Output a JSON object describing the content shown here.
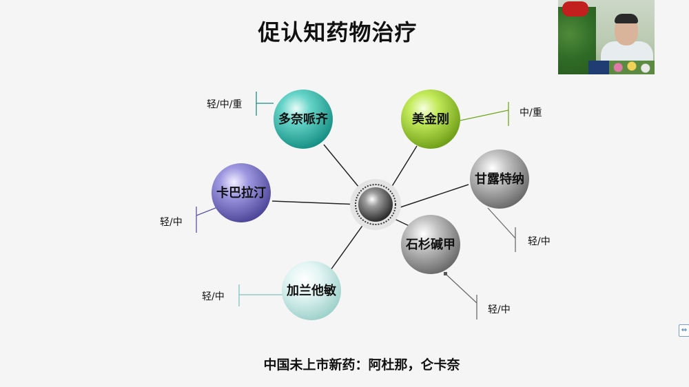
{
  "slide": {
    "title": "促认知药物治疗",
    "footer": "中国未上市新药：阿杜那，仑卡奈"
  },
  "diagram": {
    "nodes": [
      {
        "id": "duonaipiqi",
        "label": "多奈哌齐",
        "color": "teal"
      },
      {
        "id": "meijingang",
        "label": "美金刚",
        "color": "lime"
      },
      {
        "id": "kabalating",
        "label": "卡巴拉汀",
        "color": "purple"
      },
      {
        "id": "ganlutena",
        "label": "甘露特纳",
        "color": "gray"
      },
      {
        "id": "shishanjianjia",
        "label": "石杉碱甲",
        "color": "gray"
      },
      {
        "id": "jialantamin",
        "label": "加兰他敏",
        "color": "pale-teal"
      }
    ],
    "severity": {
      "duonaipiqi": "轻/中/重",
      "meijingang": "中/重",
      "kabalating": "轻/中",
      "ganlutena": "轻/中",
      "shishanjianjia": "轻/中",
      "jialantamin": "轻/中"
    }
  },
  "video_overlay": {
    "content": "speaker-camera-feed"
  },
  "edge_button": {
    "icon": "expand-icon"
  },
  "colors": {
    "background": "#f4f5f4",
    "teal": "#3cbfb3",
    "lime": "#a9d83a",
    "purple": "#6e66c2",
    "gray": "#8c8c8c",
    "pale_teal": "#bfe6e2"
  }
}
